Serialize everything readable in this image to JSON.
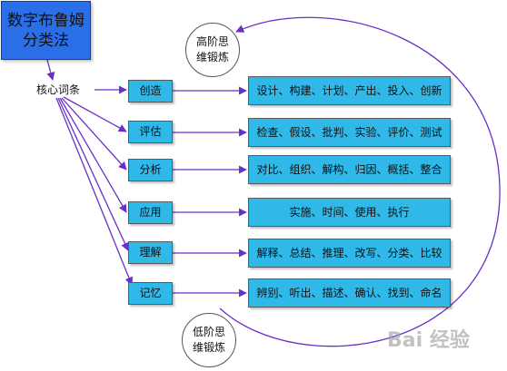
{
  "title": "数字布鲁姆分类法",
  "core_label": "核心词条",
  "high_order": "高阶思维锻炼",
  "low_order": "低阶思维锻炼",
  "levels": [
    {
      "label": "创造",
      "verbs": "设计、构建、计划、产出、投入、创新"
    },
    {
      "label": "评估",
      "verbs": "检查、假设、批判、实验、评价、测试"
    },
    {
      "label": "分析",
      "verbs": "对比、组织、解构、归因、概括、整合"
    },
    {
      "label": "应用",
      "verbs": "实施、时间、使用、执行"
    },
    {
      "label": "理解",
      "verbs": "解释、总结、推理、改写、分类、比较"
    },
    {
      "label": "记忆",
      "verbs": "辨别、听出、描述、确认、找到、命名"
    }
  ],
  "watermark": "Bai 经验",
  "colors": {
    "title_fill": "#2a6fe8",
    "box_fill": "#2fb8e8",
    "arrow": "#6a2fc8"
  }
}
